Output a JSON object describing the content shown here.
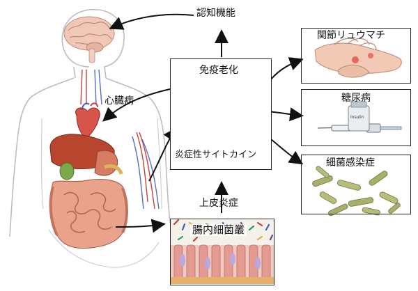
{
  "labels": {
    "cognitive": "認知機能",
    "heart": "心臓病",
    "immune_aging": "免疫老化",
    "cytokines": "炎症性サイトカイン",
    "epithelial": "上皮炎症",
    "gut_flora": "腸内細菌叢",
    "arthritis": "関節リュウマチ",
    "diabetes": "糖尿病",
    "infection": "細菌感染症",
    "insulin": "Insulin"
  },
  "colors": {
    "arrow": "#111111",
    "box_border": "#222222",
    "body_outline": "#b8b8b8",
    "cell_purple": "#8e7bc4",
    "cell_blue": "#6f86cf",
    "dot_yellow": "#f1d97a",
    "dot_cyan": "#8fd3e0",
    "tissue_pink": "#e7a9a2",
    "bacteria_green": "#a8ae6c"
  }
}
